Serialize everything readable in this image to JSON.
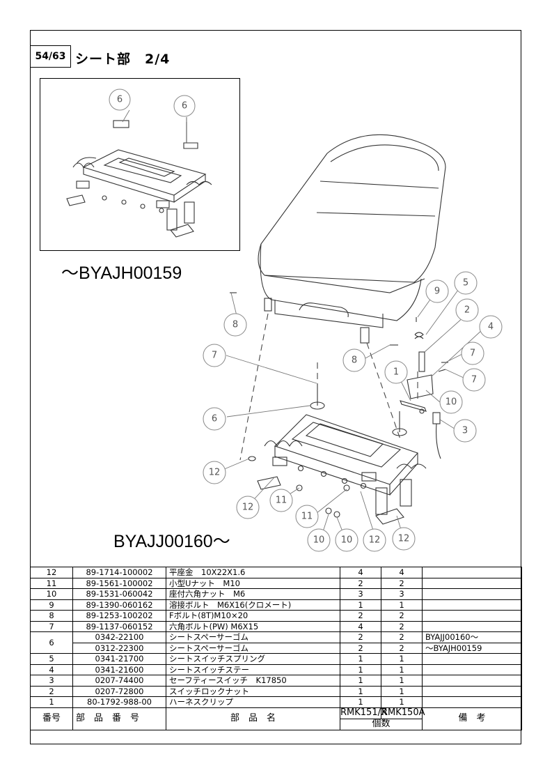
{
  "header": {
    "page": "54/63",
    "title": "シート部　2/4"
  },
  "serials": {
    "inset": "～BYAJH00159",
    "main": "BYAJJ00160～"
  },
  "callouts": {
    "inset": [
      "6",
      "6"
    ],
    "main": [
      "9",
      "5",
      "2",
      "4",
      "7",
      "7",
      "1",
      "10",
      "3",
      "8",
      "8",
      "7",
      "6",
      "12",
      "12",
      "11",
      "11",
      "10",
      "10",
      "12",
      "12"
    ]
  },
  "table": {
    "headers": {
      "no": "番号",
      "part_no": "部　品　番　号",
      "part_name": "部　品　名",
      "qty_a": "RMK151/X",
      "qty_b": "RMK150A",
      "qty": "個数",
      "remarks": "備　考"
    },
    "rows": [
      {
        "no": "12",
        "part_no": "89-1714-100002",
        "name": "平座金　10X22X1.6",
        "qa": "4",
        "qb": "4",
        "rem": ""
      },
      {
        "no": "11",
        "part_no": "89-1561-100002",
        "name": "小型Uナット　M10",
        "qa": "2",
        "qb": "2",
        "rem": ""
      },
      {
        "no": "10",
        "part_no": "89-1531-060042",
        "name": "座付六角ナット　M6",
        "qa": "3",
        "qb": "3",
        "rem": ""
      },
      {
        "no": "9",
        "part_no": "89-1390-060162",
        "name": "溶接ボルト　M6X16(クロメート)",
        "qa": "1",
        "qb": "1",
        "rem": ""
      },
      {
        "no": "8",
        "part_no": "89-1253-100202",
        "name": "Fボルト(8T)M10×20",
        "qa": "2",
        "qb": "2",
        "rem": ""
      },
      {
        "no": "7",
        "part_no": "89-1137-060152",
        "name": "六角ボルト(PW) M6X15",
        "qa": "4",
        "qb": "2",
        "rem": ""
      },
      {
        "no": "6",
        "part_no": "0342-22100",
        "name": "シートスペーサーゴム",
        "qa": "2",
        "qb": "2",
        "rem": "BYAJJ00160～"
      },
      {
        "no": "",
        "part_no": "0312-22300",
        "name": "シートスペーサーゴム",
        "qa": "2",
        "qb": "2",
        "rem": "～BYAJH00159"
      },
      {
        "no": "5",
        "part_no": "0341-21700",
        "name": "シートスイッチスプリング",
        "qa": "1",
        "qb": "1",
        "rem": ""
      },
      {
        "no": "4",
        "part_no": "0341-21600",
        "name": "シートスイッチステー",
        "qa": "1",
        "qb": "1",
        "rem": ""
      },
      {
        "no": "3",
        "part_no": "0207-74400",
        "name": "セーフティースイッチ　K17850",
        "qa": "1",
        "qb": "1",
        "rem": ""
      },
      {
        "no": "2",
        "part_no": "0207-72800",
        "name": "スイッチロックナット",
        "qa": "1",
        "qb": "1",
        "rem": ""
      },
      {
        "no": "1",
        "part_no": "80-1792-988-00",
        "name": "ハーネスクリップ",
        "qa": "1",
        "qb": "1",
        "rem": ""
      }
    ]
  }
}
